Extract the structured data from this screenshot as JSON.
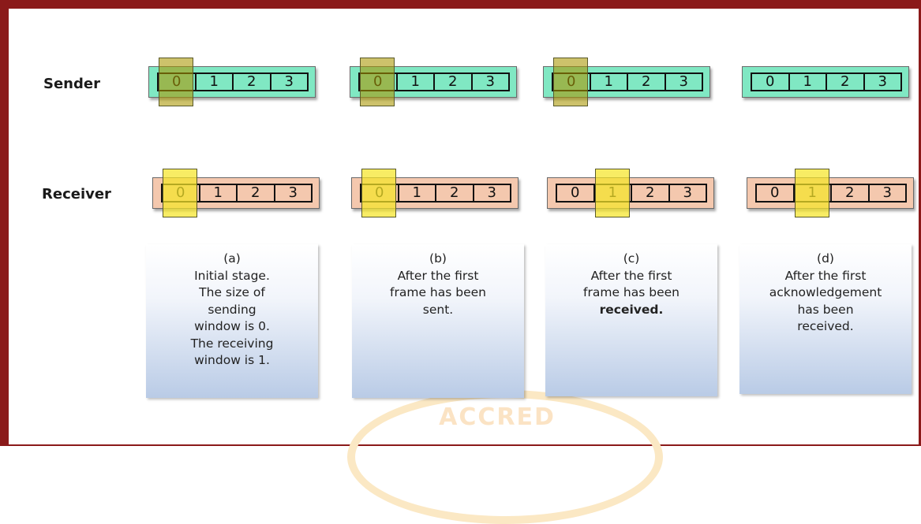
{
  "labels": {
    "sender": "Sender",
    "receiver": "Receiver"
  },
  "slot_numbers": [
    "0",
    "1",
    "2",
    "3"
  ],
  "stages": [
    {
      "sender_window": 0,
      "receiver_window": 0,
      "caption": [
        "(a)",
        "Initial stage.",
        "The size of",
        "sending",
        "window is 0.",
        "The receiving",
        "window is 1."
      ],
      "bold_word": ""
    },
    {
      "sender_window": 0,
      "receiver_window": 0,
      "caption": [
        "(b)",
        "After the first",
        "frame has been",
        "sent."
      ],
      "bold_word": ""
    },
    {
      "sender_window": 0,
      "receiver_window": 1,
      "caption": [
        "(c)",
        "After the first",
        "frame has been"
      ],
      "bold_word": "received."
    },
    {
      "sender_window": null,
      "receiver_window": 1,
      "caption": [
        "(d)",
        "After the first",
        "acknowledgement",
        "has been",
        "received."
      ],
      "bold_word": ""
    }
  ],
  "watermark": "ACCRED",
  "colors": {
    "sender_panel": "#80e8c3",
    "receiver_panel": "#f4c8ae",
    "border": "#8b1a1a"
  }
}
